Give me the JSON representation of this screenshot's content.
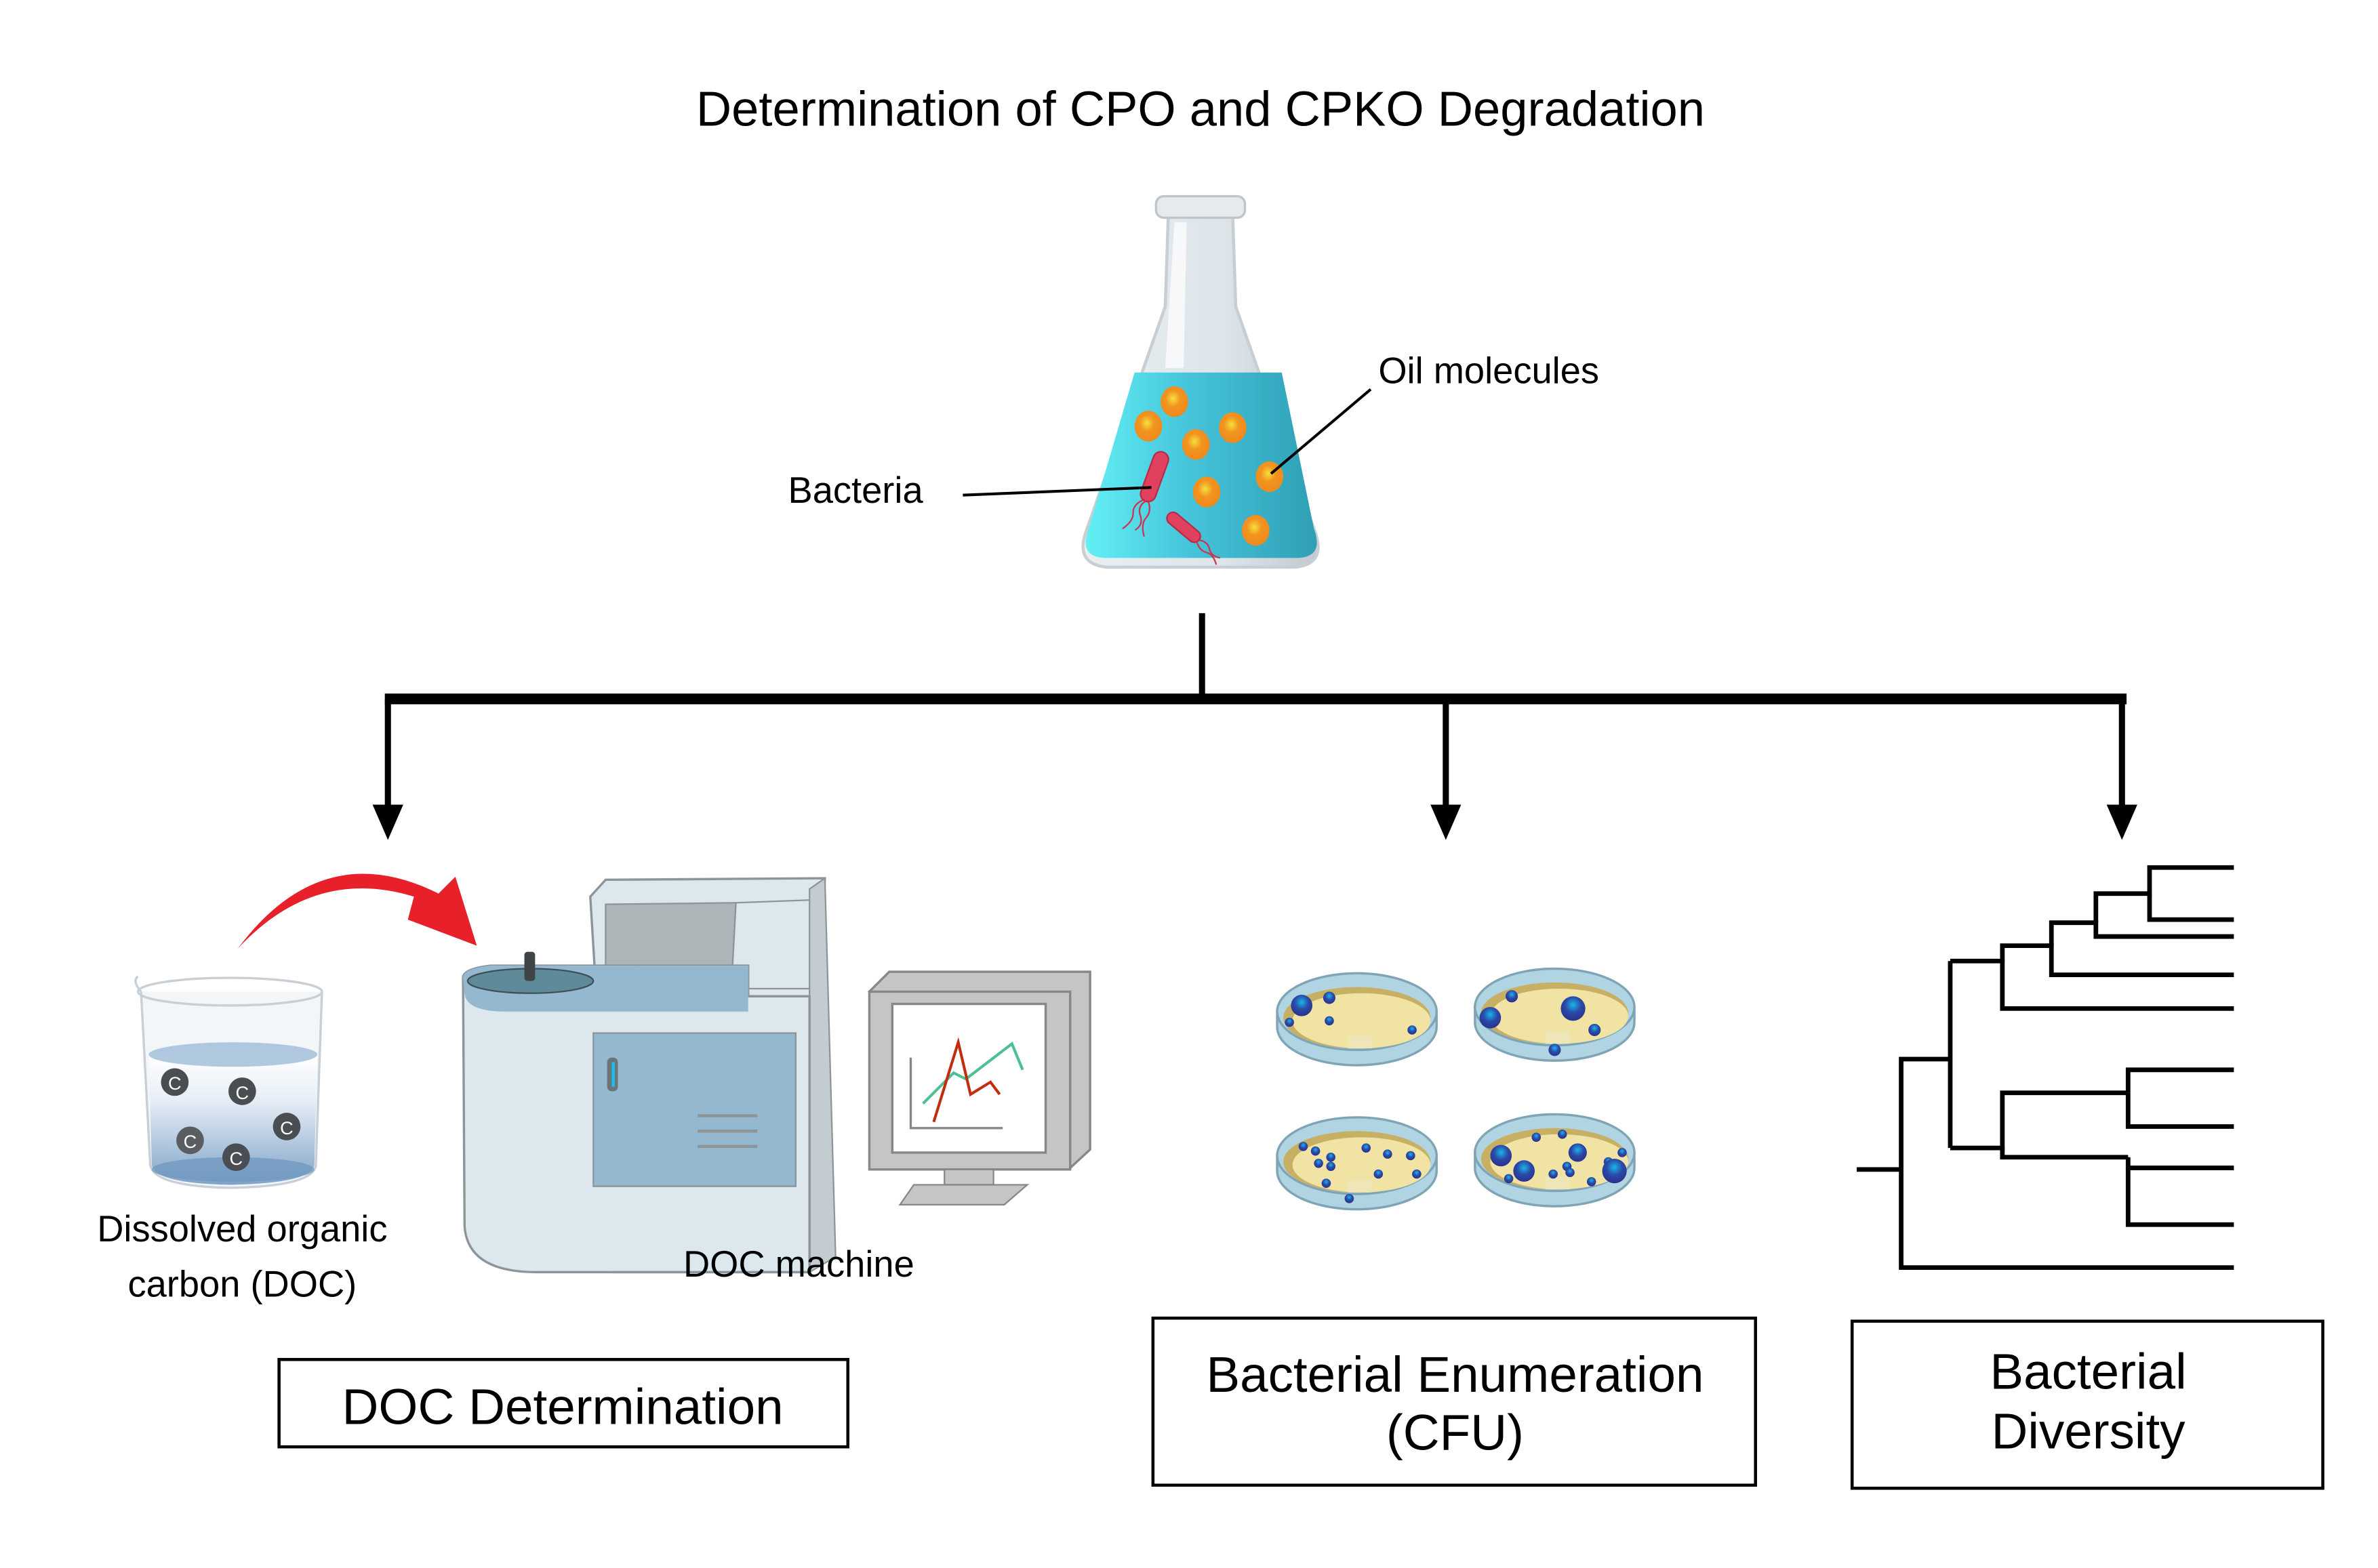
{
  "title": "Determination of CPO and CPKO Degradation",
  "flask": {
    "labels": {
      "bacteria": "Bacteria",
      "oil_molecules": "Oil molecules"
    },
    "colors": {
      "liquid_light": "#5fe3ef",
      "liquid": "#3fbfd6",
      "liquid_dark": "#2a97ad",
      "oil_droplet": "#f29320",
      "bacteria": "#e0415f"
    }
  },
  "branches": [
    {
      "id": "doc",
      "box_label_lines": [
        "DOC Determination"
      ],
      "illustration_labels": {
        "beaker": [
          "Dissolved organic",
          "carbon (DOC)"
        ],
        "machine": "DOC machine"
      },
      "carbon_symbol": "C",
      "arrow_color": "#e8202a"
    },
    {
      "id": "cfu",
      "box_label_lines": [
        "Bacterial Enumeration",
        "(CFU)"
      ],
      "plate_count": 4
    },
    {
      "id": "diversity",
      "box_label_lines": [
        "Bacterial",
        "Diversity"
      ],
      "tree_leaf_count": 10
    }
  ]
}
